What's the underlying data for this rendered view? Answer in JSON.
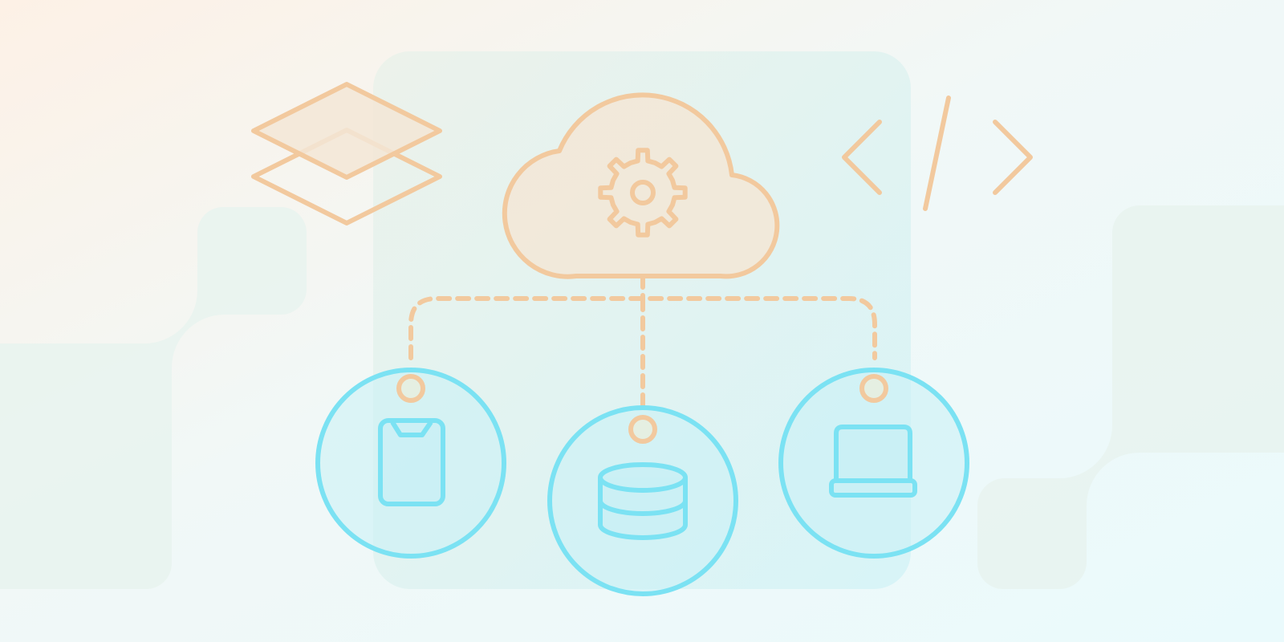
{
  "illustration": {
    "subject": "cloud-connected-devices",
    "colors": {
      "orange_line": "#f2c99e",
      "orange_fill": "#f3e6d6",
      "cyan_line": "#7be2f3",
      "cyan_fill": "#c8f0f5",
      "panel": "#e3f1ee",
      "bg_warm": "#fdf1e6",
      "bg_mid": "#f1f8f7",
      "bg_cool": "#eafafc",
      "blob": "#e8f3ef"
    },
    "icons": {
      "layers": "layers-icon",
      "code": "code-icon",
      "cloud": "cloud-gear-icon",
      "phone": "phone-icon",
      "database": "database-icon",
      "laptop": "laptop-icon"
    },
    "nodes": [
      {
        "id": "phone",
        "icon": "phone-icon"
      },
      {
        "id": "database",
        "icon": "database-icon"
      },
      {
        "id": "laptop",
        "icon": "laptop-icon"
      }
    ]
  }
}
